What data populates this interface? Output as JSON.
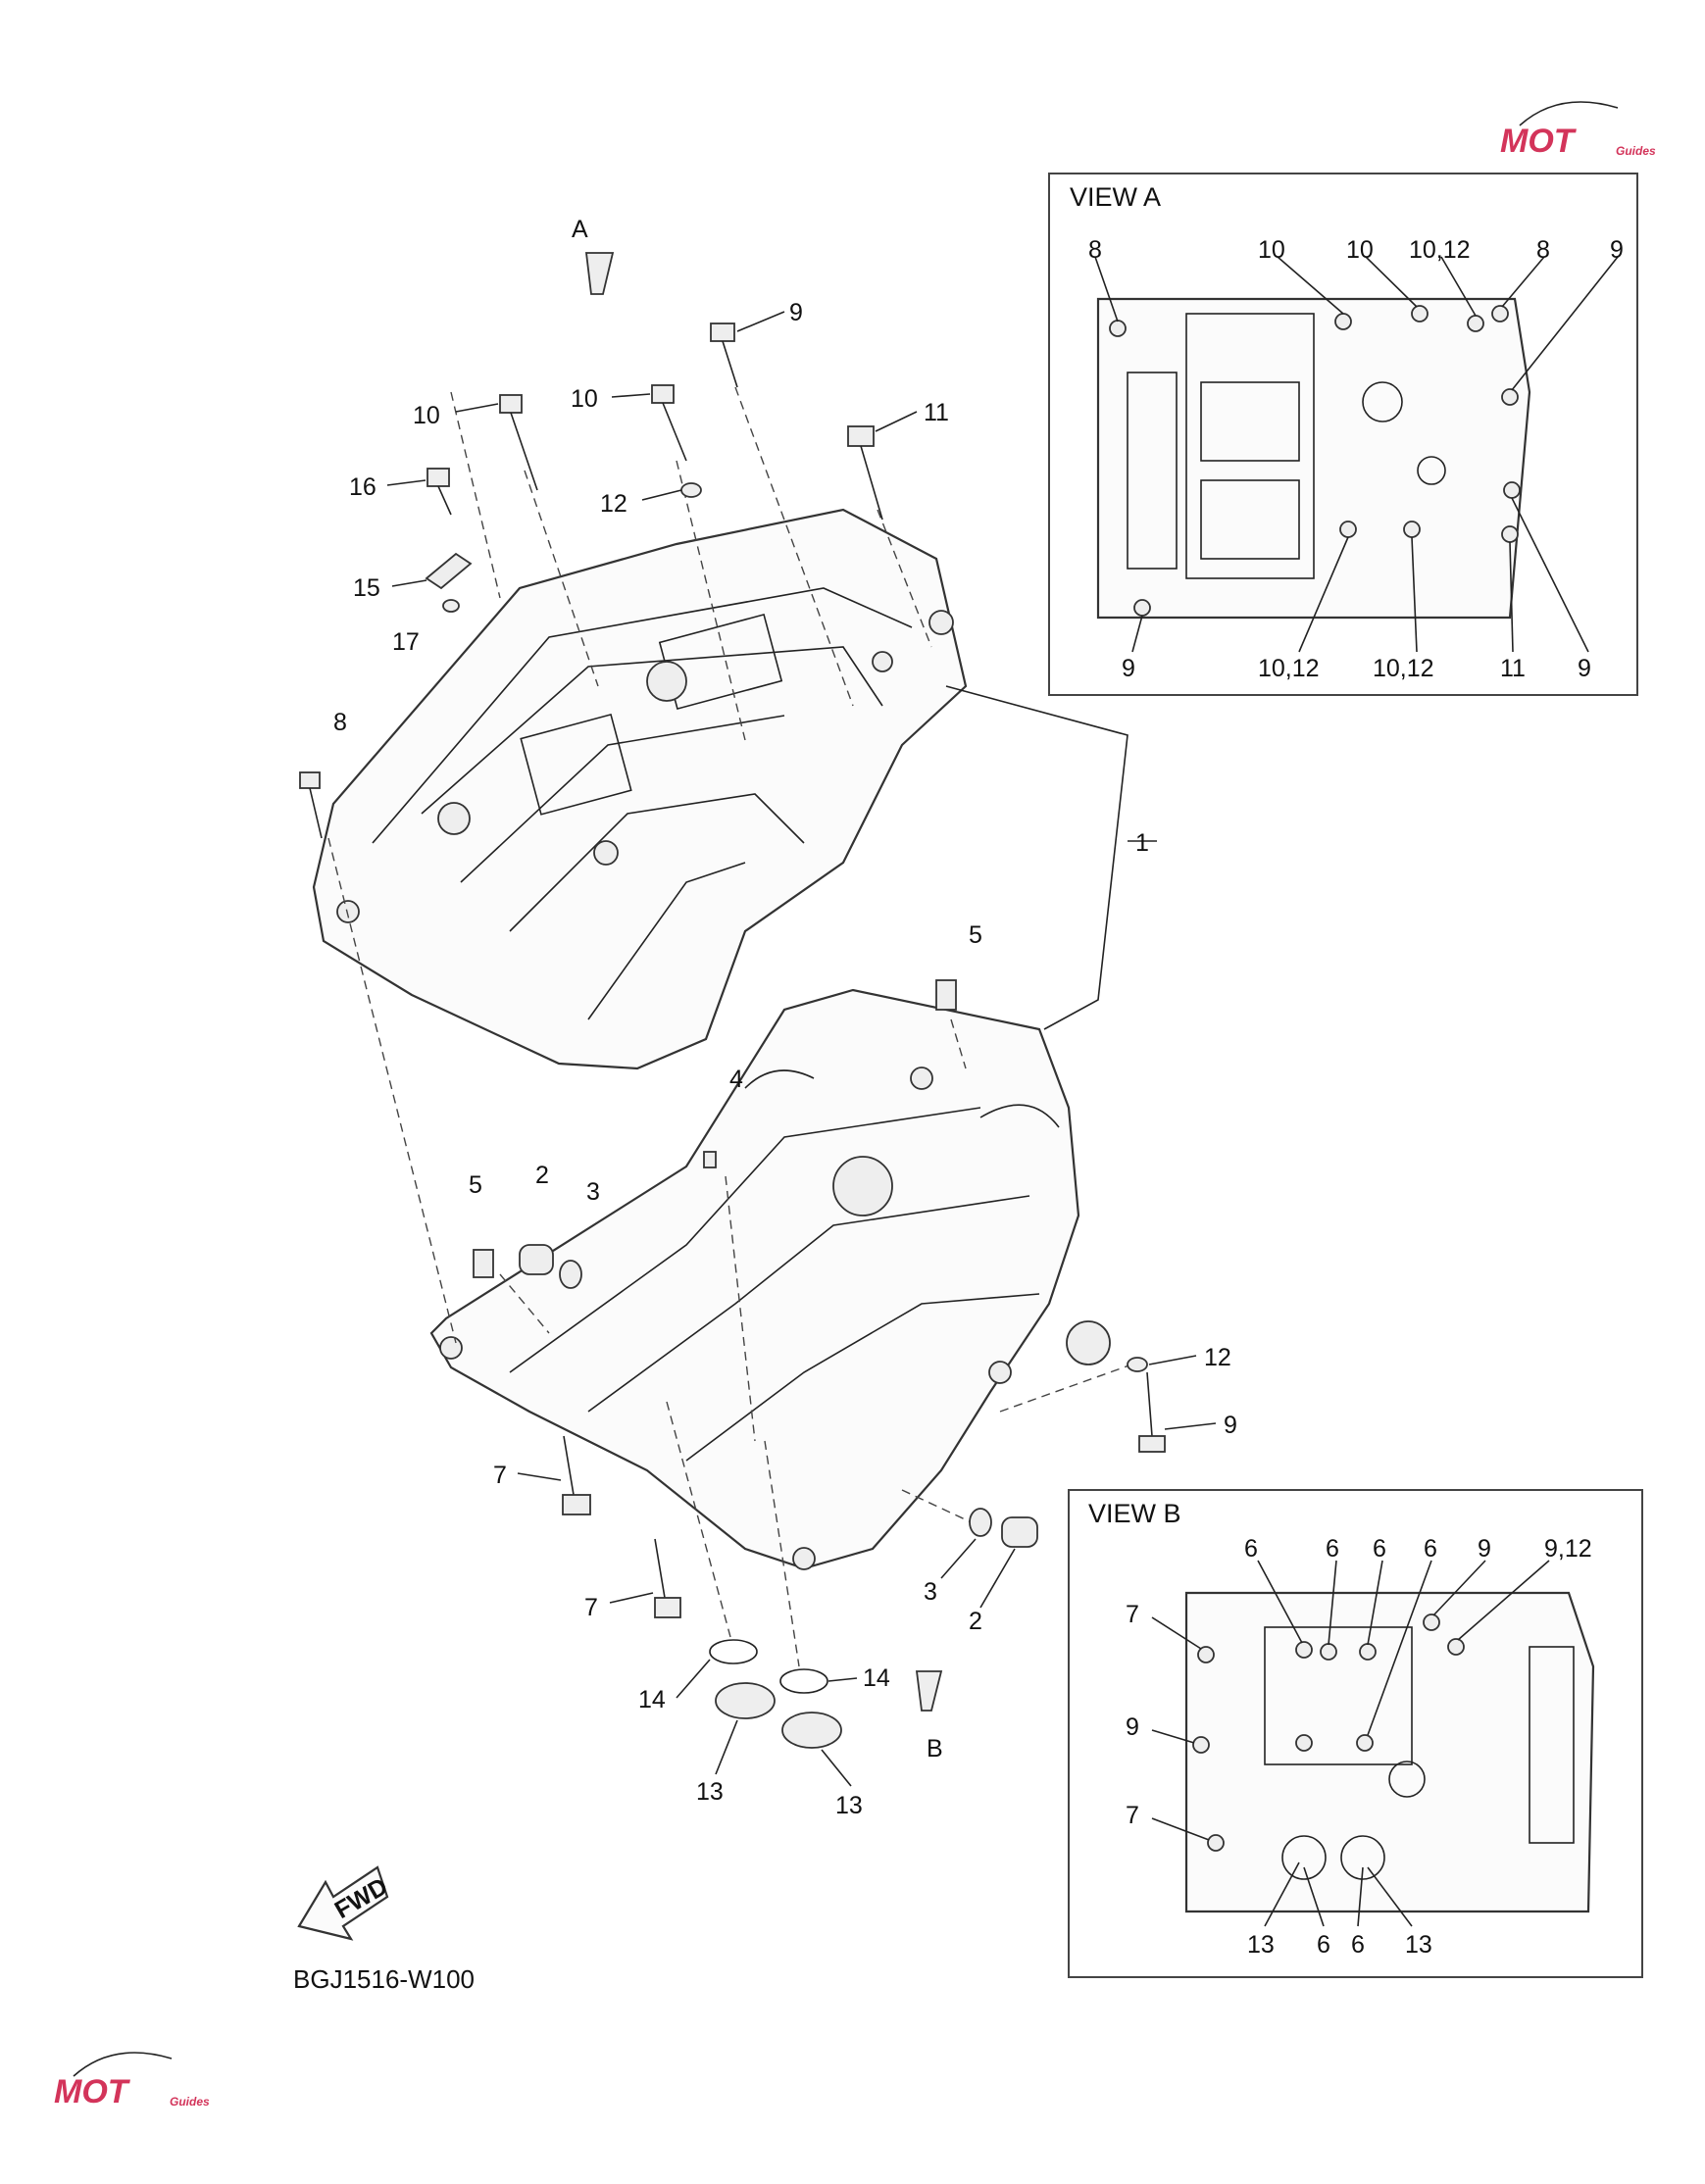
{
  "diagram": {
    "code": "BGJ1516-W100",
    "fwd_label": "FWD",
    "arrow_a": "A",
    "arrow_b": "B",
    "callouts": {
      "c1": "1",
      "c2a": "2",
      "c2b": "2",
      "c3a": "3",
      "c3b": "3",
      "c4": "4",
      "c5a": "5",
      "c5b": "5",
      "c7a": "7",
      "c7b": "7",
      "c8": "8",
      "c9a": "9",
      "c9b": "9",
      "c10a": "10",
      "c10b": "10",
      "c11": "11",
      "c12a": "12",
      "c12b": "12",
      "c13a": "13",
      "c13b": "13",
      "c14a": "14",
      "c14b": "14",
      "c15": "15",
      "c16": "16",
      "c17": "17"
    }
  },
  "view_a": {
    "title": "VIEW A",
    "top_labels": [
      "8",
      "10",
      "10",
      "10,12",
      "8",
      "9"
    ],
    "bottom_labels": [
      "9",
      "10,12",
      "10,12",
      "11",
      "9"
    ]
  },
  "view_b": {
    "title": "VIEW B",
    "top_labels": [
      "6",
      "6",
      "6",
      "6",
      "9",
      "9,12"
    ],
    "left_labels": [
      "7",
      "9",
      "7"
    ],
    "bottom_labels": [
      "13",
      "6",
      "6",
      "13"
    ]
  },
  "watermark": {
    "text": "MOT",
    "sub": "Guides",
    "color": "#d3345a",
    "accent": "#3a4fb5"
  }
}
